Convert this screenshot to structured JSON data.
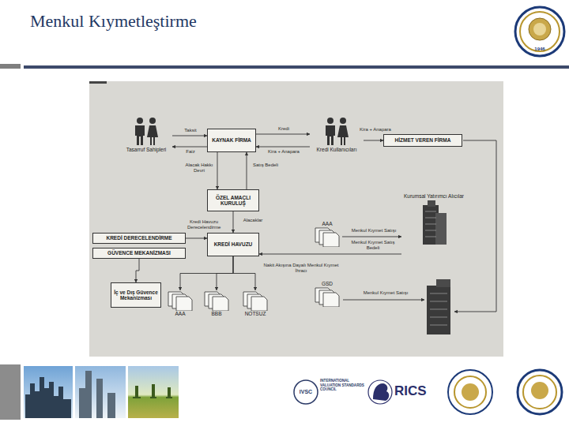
{
  "diagram": {
    "title": "Menkul Kıymetleştirme",
    "nodes": [
      {
        "text": [
          "Tasarruf Sahipleri"
        ]
      },
      {
        "text": [
          "KAYNAK FİRMA"
        ]
      },
      {
        "text": [
          "Kredi Kullanıcıları"
        ]
      },
      {
        "text": [
          "HİZMET VEREN FİRMA"
        ]
      },
      {
        "text": [
          "ÖZEL AMAÇLI KURULUŞ"
        ]
      },
      {
        "text": [
          "Kurumsal Yatırımcı Alıcılar"
        ]
      },
      {
        "text": [
          "KREDİ DERECELENDİRME"
        ]
      },
      {
        "text": [
          "GÜVENCE MEKANİZMASI"
        ]
      },
      {
        "text": [
          "KREDİ HAVUZU"
        ]
      },
      {
        "text": [
          "AAA"
        ]
      },
      {
        "text": [
          "GSD"
        ]
      },
      {
        "text": [
          "İç ve Dış Güvence Mekanizması"
        ]
      },
      {
        "text": [
          "AAA"
        ]
      },
      {
        "text": [
          "BBB"
        ]
      },
      {
        "text": [
          "NOTSUZ"
        ]
      }
    ],
    "edges": [
      {
        "from": 0,
        "to": 1,
        "label": "Taksit",
        "arrow": "to"
      },
      {
        "from": 1,
        "to": 0,
        "label": "Faiz",
        "arrow": "to"
      },
      {
        "from": 1,
        "to": 2,
        "label": "Kredi",
        "arrow": "to"
      },
      {
        "from": 2,
        "to": 1,
        "label": "Kira + Anapara",
        "arrow": "to"
      },
      {
        "from": 2,
        "to": 3,
        "label": "Kira + Anapara",
        "arrow": "to"
      },
      {
        "from": 1,
        "to": 4,
        "label": "Alacak Hakkı Devri",
        "arrow": "to"
      },
      {
        "from": 4,
        "to": 1,
        "label": "Satış Bedeli",
        "arrow": "to"
      },
      {
        "from": 4,
        "to": 8,
        "label": "Alacaklar",
        "arrow": "to"
      },
      {
        "from": 6,
        "to": 8,
        "label": "Kredi Havuzu Derecelendirme",
        "arrow": "to"
      },
      {
        "from": 9,
        "to": 5,
        "label": "Menkul Kıymet Satışı",
        "arrow": "to"
      },
      {
        "from": 5,
        "to": 8,
        "label": "Menkul Kıymet Satış Bedeli",
        "arrow": "to"
      },
      {
        "from": 8,
        "to": 13,
        "label": "Nakit Akışına Dayalı Menkul Kıymet İhracı",
        "arrow": "to"
      },
      {
        "from": 8,
        "to": 12,
        "arrow": "to"
      },
      {
        "from": 8,
        "to": 14,
        "arrow": "to"
      },
      {
        "from": 7,
        "to": 11,
        "arrow": "to"
      }
    ],
    "labels": [
      "Menkul Kıymet Satışı",
      "1946",
      "IVSC",
      "INTERNATIONAL VALUATION STANDARDS COUNCIL",
      "RICS"
    ]
  }
}
